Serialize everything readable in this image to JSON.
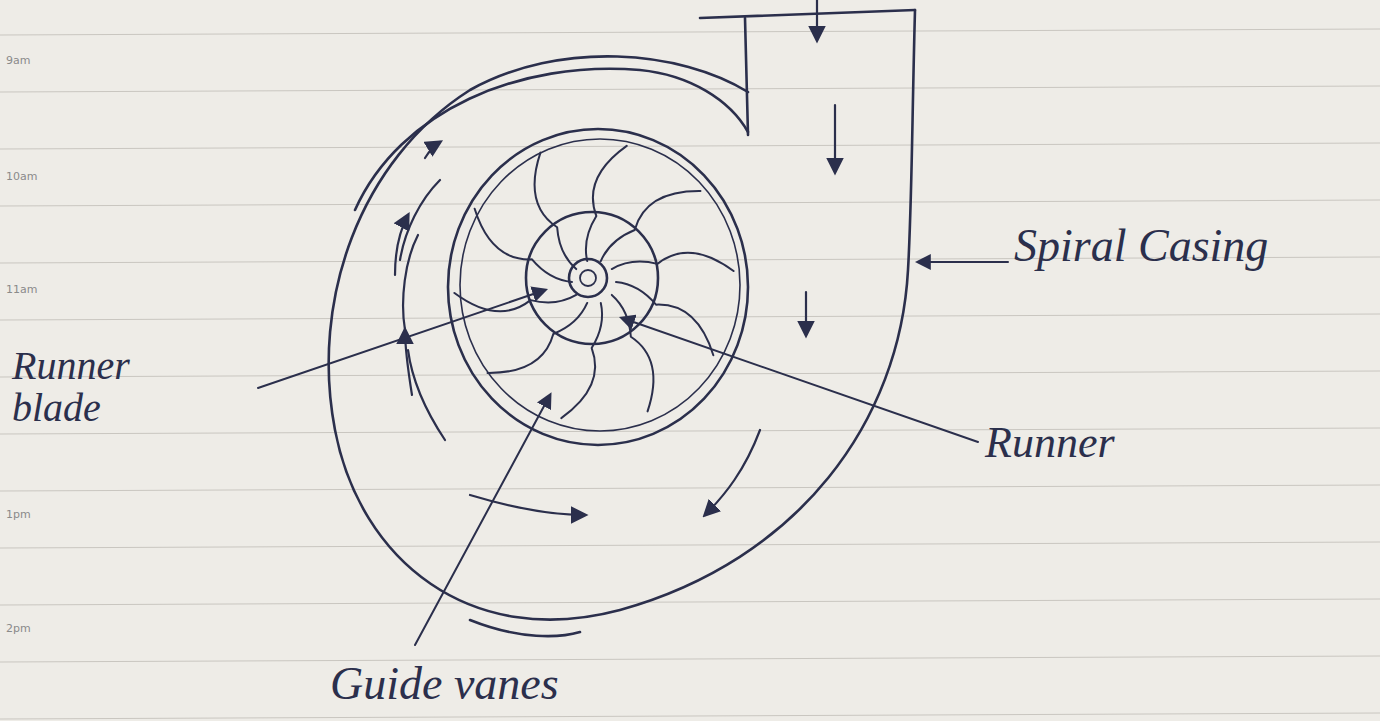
{
  "diagram": {
    "labels": [
      "Spiral Casing",
      "Runner blade",
      "Runner",
      "Guide vanes",
      "9am",
      "10am",
      "11am",
      "1pm",
      "2pm"
    ]
  }
}
